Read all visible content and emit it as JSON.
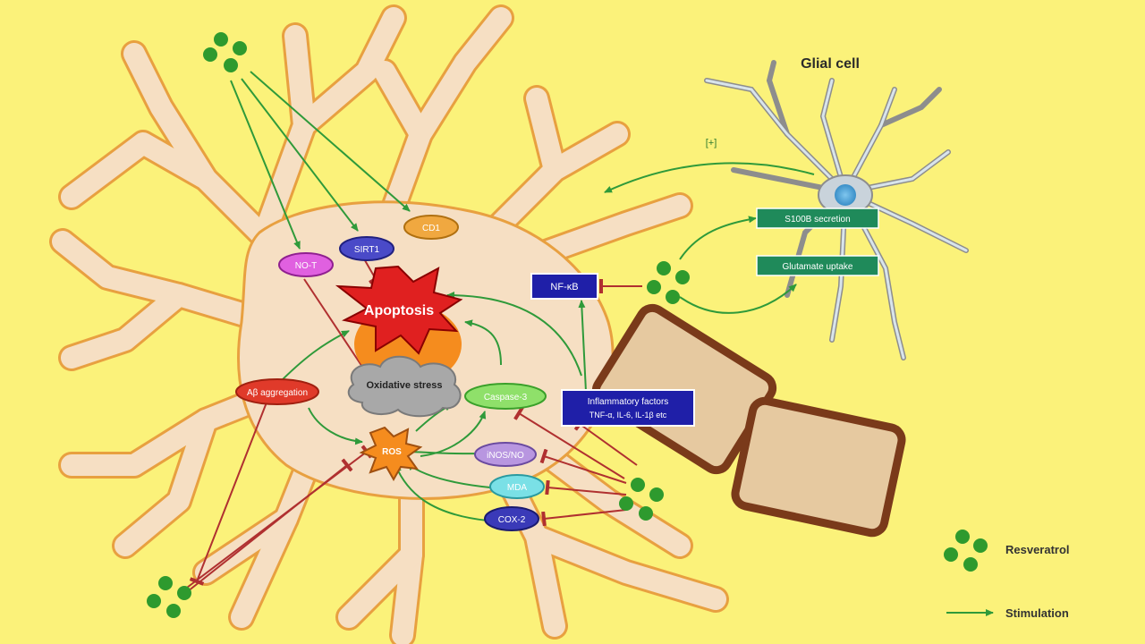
{
  "colors": {
    "background": "#fbf27a",
    "neuron_fill": "#f6dfc3",
    "neuron_stroke": "#e8a040",
    "resveratrol": "#2e9a2e",
    "stimulation": "#2f9a3a",
    "inhibition": "#b03030",
    "apoptosis": "#e02020",
    "nfkb_box": "#1f1fa8",
    "glia_box": "#1f8a5a"
  },
  "glial": {
    "title": "Glial cell",
    "plus": "[+]"
  },
  "nodes": {
    "sirt1": "SIRT1",
    "cd1": "CD1",
    "no": "NO-T",
    "apoptosis": "Apoptosis",
    "oxidative": "Oxidative stress",
    "abeta": "Aβ aggregation",
    "caspase": "Caspase-3",
    "ros": "ROS",
    "inos": "iNOS/NO",
    "mda": "MDA",
    "cox": "COX-2",
    "nfkb": "NF-κB",
    "inflammatory_l1": "Inflammatory factors",
    "inflammatory_l2": "TNF-α, IL-6, IL-1β etc",
    "s100b": "S100B secretion",
    "glutamate": "Glutamate uptake"
  },
  "legend": {
    "resveratrol": "Resveratrol",
    "stimulation": "Stimulation"
  }
}
